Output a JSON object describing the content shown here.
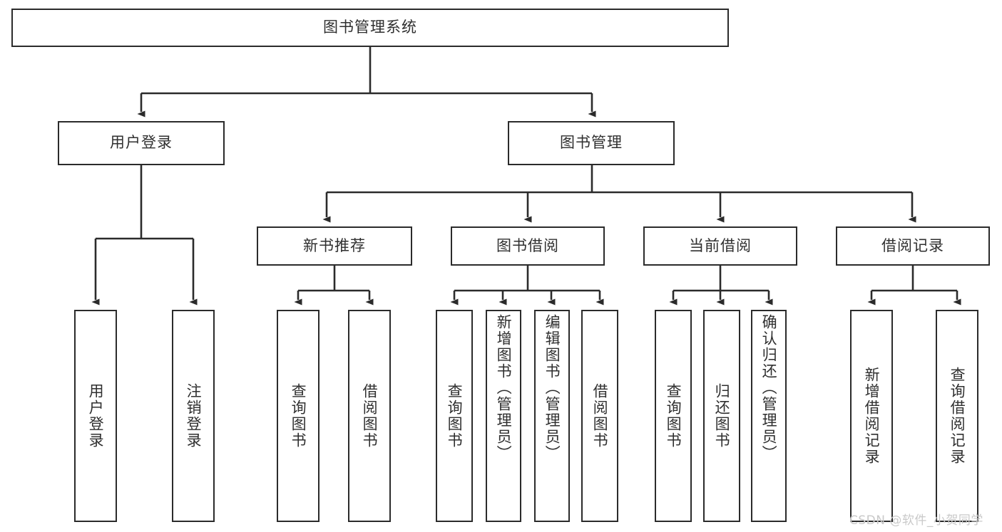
{
  "diagram": {
    "title": "图书管理系统",
    "watermark": "CSDN @软件_小贺同学",
    "line_color": "#2b2b2b",
    "text_color": "#2f2f2f",
    "background": "#ffffff",
    "watermark_color": "#c9c9c9"
  },
  "nodes": {
    "root": {
      "label": "图书管理系统"
    },
    "level1": [
      {
        "label": "用户登录"
      },
      {
        "label": "图书管理"
      }
    ],
    "level2": [
      {
        "label": "新书推荐"
      },
      {
        "label": "图书借阅"
      },
      {
        "label": "当前借阅"
      },
      {
        "label": "借阅记录"
      }
    ],
    "leaves": {
      "user_login": [
        {
          "label": "用户登录"
        },
        {
          "label": "注销登录"
        }
      ],
      "new_book": [
        {
          "label": "查询图书"
        },
        {
          "label": "借阅图书"
        }
      ],
      "book_borrow": [
        {
          "label": "查询图书"
        },
        {
          "label": "新增图书（管理员）"
        },
        {
          "label": "编辑图书（管理员）"
        },
        {
          "label": "借阅图书"
        }
      ],
      "current_borrow": [
        {
          "label": "查询图书"
        },
        {
          "label": "归还图书"
        },
        {
          "label": "确认归还（管理员）"
        }
      ],
      "borrow_record": [
        {
          "label": "新增借阅记录"
        },
        {
          "label": "查询借阅记录"
        }
      ]
    }
  }
}
